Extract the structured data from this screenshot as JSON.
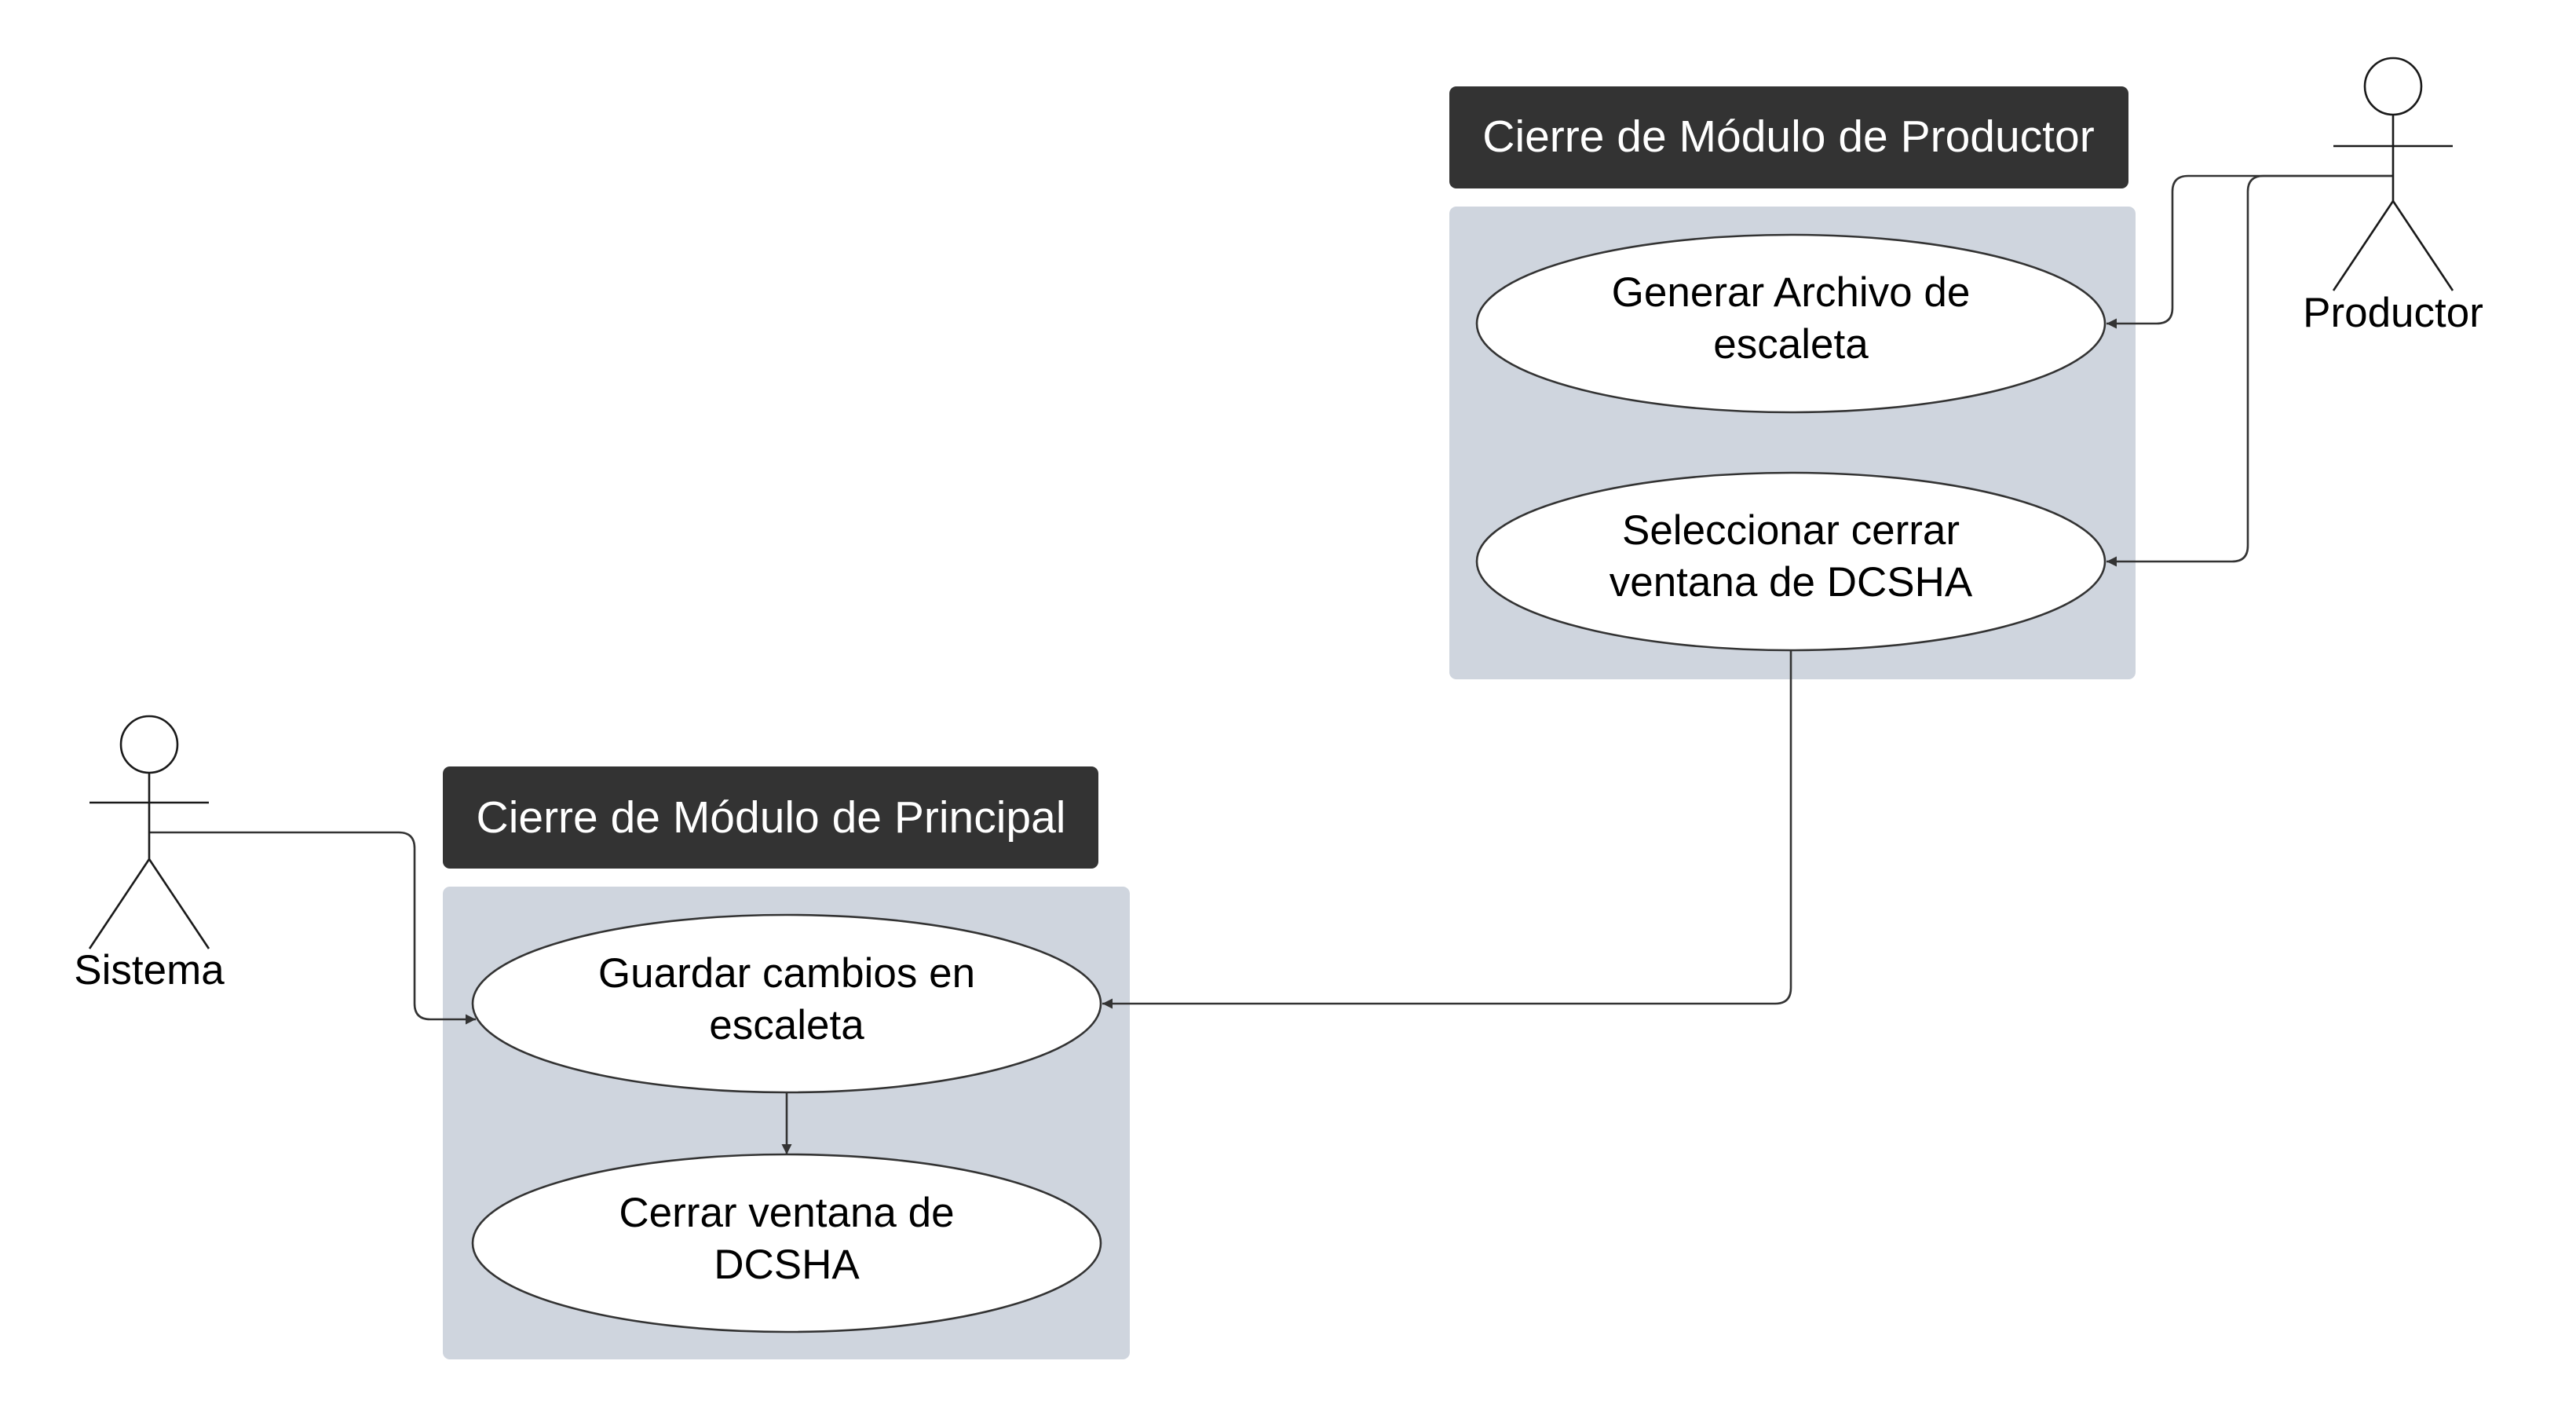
{
  "colors": {
    "header_bg": "#333333",
    "header_text": "#ffffff",
    "boundary_fill": "#cfd5de",
    "usecase_fill": "#ffffff",
    "line": "#333333"
  },
  "boundaries": {
    "productor": {
      "title": "Cierre de Módulo de Productor"
    },
    "principal": {
      "title": "Cierre de Módulo de Principal"
    }
  },
  "use_cases": {
    "generar": {
      "lines": [
        "Generar Archivo de",
        "escaleta"
      ]
    },
    "seleccionar": {
      "lines": [
        "Seleccionar cerrar",
        "ventana de DCSHA"
      ]
    },
    "guardar": {
      "lines": [
        "Guardar cambios en",
        "escaleta"
      ]
    },
    "cerrar": {
      "lines": [
        "Cerrar ventana de",
        "DCSHA"
      ]
    }
  },
  "actors": {
    "productor": {
      "label": "Productor"
    },
    "sistema": {
      "label": "Sistema"
    }
  },
  "relations": [
    {
      "from": "Productor",
      "to": "Generar Archivo de escaleta"
    },
    {
      "from": "Productor",
      "to": "Seleccionar cerrar ventana de DCSHA"
    },
    {
      "from": "Sistema",
      "to": "Guardar cambios en escaleta"
    },
    {
      "from": "Seleccionar cerrar ventana de DCSHA",
      "to": "Guardar cambios en escaleta"
    },
    {
      "from": "Guardar cambios en escaleta",
      "to": "Cerrar ventana de DCSHA"
    }
  ]
}
